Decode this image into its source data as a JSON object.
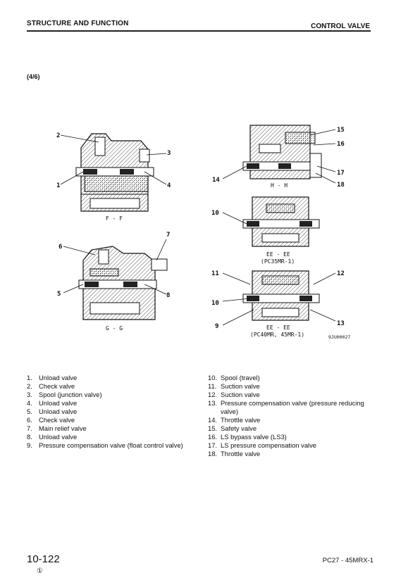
{
  "header": {
    "section": "STRUCTURE AND FUNCTION",
    "topic": "CONTROL VALVE"
  },
  "subtitle": "(4/6)",
  "figures": {
    "ff_caption": "F - F",
    "gg_caption": "G - G",
    "hh_caption": "H - H",
    "ee1_caption": "EE - EE",
    "ee1_note": "(PC35MR-1)",
    "ee2_caption": "EE - EE",
    "ee2_note": "(PC40MR, 45MR-1)",
    "code": "9JU00027",
    "callouts": [
      "1",
      "2",
      "3",
      "4",
      "5",
      "6",
      "7",
      "8",
      "9",
      "10",
      "10",
      "11",
      "12",
      "13",
      "14",
      "15",
      "16",
      "17",
      "18"
    ]
  },
  "legend_left": [
    {
      "num": "1.",
      "text": "Unload valve"
    },
    {
      "num": "2.",
      "text": "Check valve"
    },
    {
      "num": "3.",
      "text": "Spool (junction valve)"
    },
    {
      "num": "4.",
      "text": "Unload valve"
    },
    {
      "num": "5.",
      "text": "Unload valve"
    },
    {
      "num": "6.",
      "text": "Check valve"
    },
    {
      "num": "7.",
      "text": "Main relief valve"
    },
    {
      "num": "8.",
      "text": "Unload valve"
    },
    {
      "num": "9.",
      "text": "Pressure compensation valve (float control valve)"
    }
  ],
  "legend_right": [
    {
      "num": "10.",
      "text": "Spool (travel)"
    },
    {
      "num": "11.",
      "text": "Suction valve"
    },
    {
      "num": "12.",
      "text": "Suction valve"
    },
    {
      "num": "13.",
      "text": "Pressure compensation valve (pressure reducing valve)"
    },
    {
      "num": "14.",
      "text": "Throttle valve"
    },
    {
      "num": "15.",
      "text": "Safety valve"
    },
    {
      "num": "16.",
      "text": "LS bypass valve (LS3)"
    },
    {
      "num": "17.",
      "text": "LS pressure compensation valve"
    },
    {
      "num": "18.",
      "text": "Throttle valve"
    }
  ],
  "footer": {
    "page": "10-122",
    "revision": "①",
    "model": "PC27 - 45MRX-1"
  }
}
